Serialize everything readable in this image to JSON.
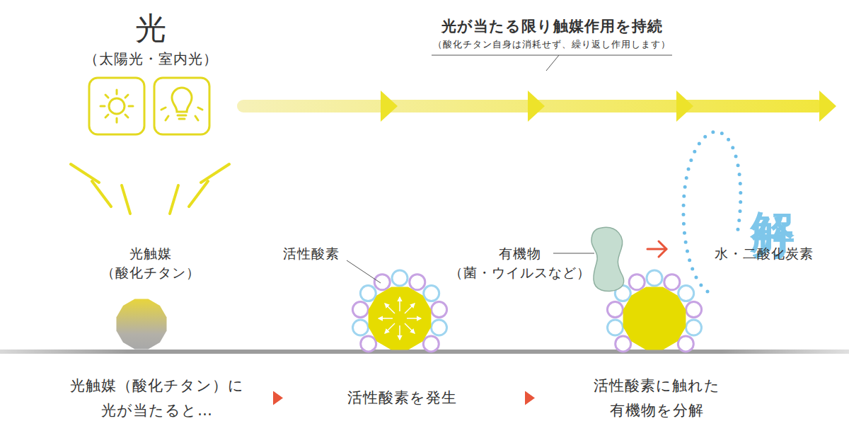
{
  "diagram": {
    "nodes": [
      {
        "text": [
          "光触媒（酸化チタン）に 光が当たると…"
        ]
      },
      {
        "text": [
          "活性酸素を発生"
        ]
      },
      {
        "text": [
          "活性酸素に触れた 有機物を分解"
        ]
      }
    ],
    "edges": [
      {
        "from": 0,
        "to": 1,
        "arrow": "to"
      },
      {
        "from": 1,
        "to": 2,
        "arrow": "to"
      }
    ],
    "labels": [
      "光",
      "（太陽光・室内光）",
      "光が当たる限り触媒作用を持続",
      "（酸化チタン自身は消耗せず、繰り返し作用します）",
      "光触媒",
      "（酸化チタン）",
      "活性酸素",
      "有機物",
      "（菌・ウイルスなど）",
      "分解",
      "水・二酸化炭素"
    ]
  }
}
